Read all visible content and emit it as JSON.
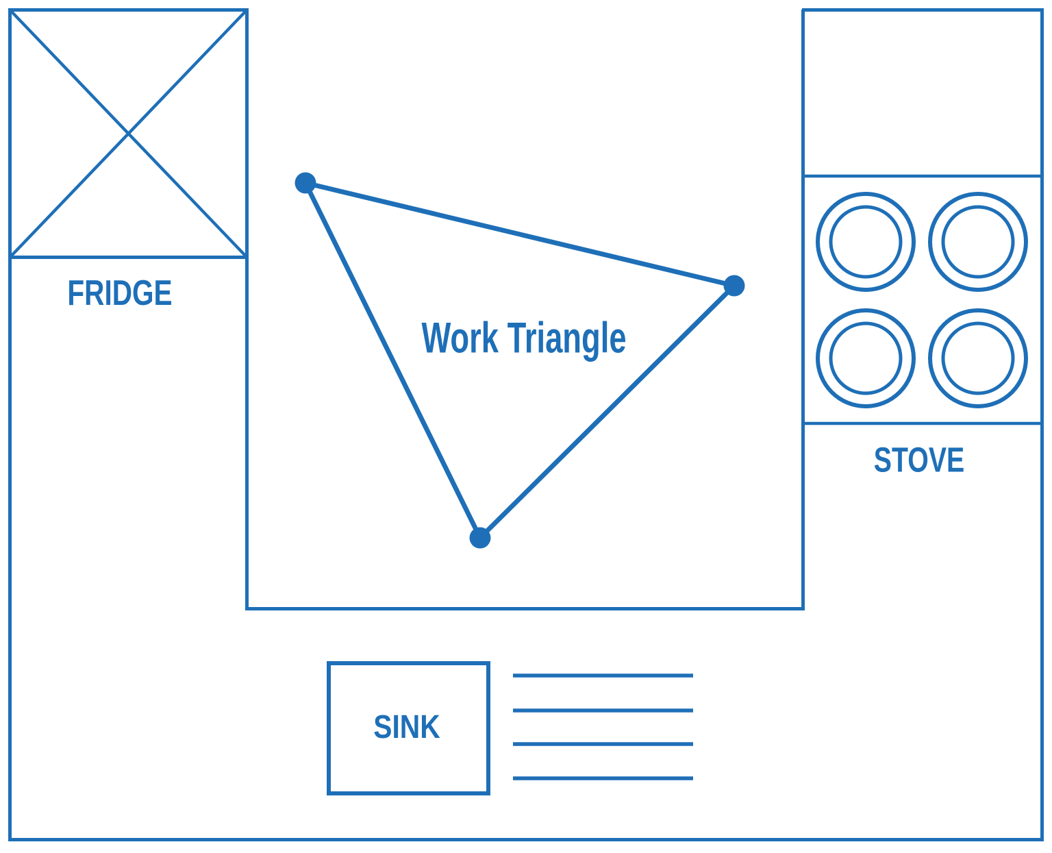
{
  "colors": {
    "primary": "#1E6FB7",
    "background": "#FFFFFF"
  },
  "zones": {
    "fridge": {
      "label": "FRIDGE"
    },
    "stove": {
      "label": "STOVE",
      "burner_count": 4
    },
    "sink": {
      "label": "SINK",
      "counter_line_count": 4
    },
    "work_triangle": {
      "label": "Work Triangle",
      "vertex_count": 3
    }
  }
}
